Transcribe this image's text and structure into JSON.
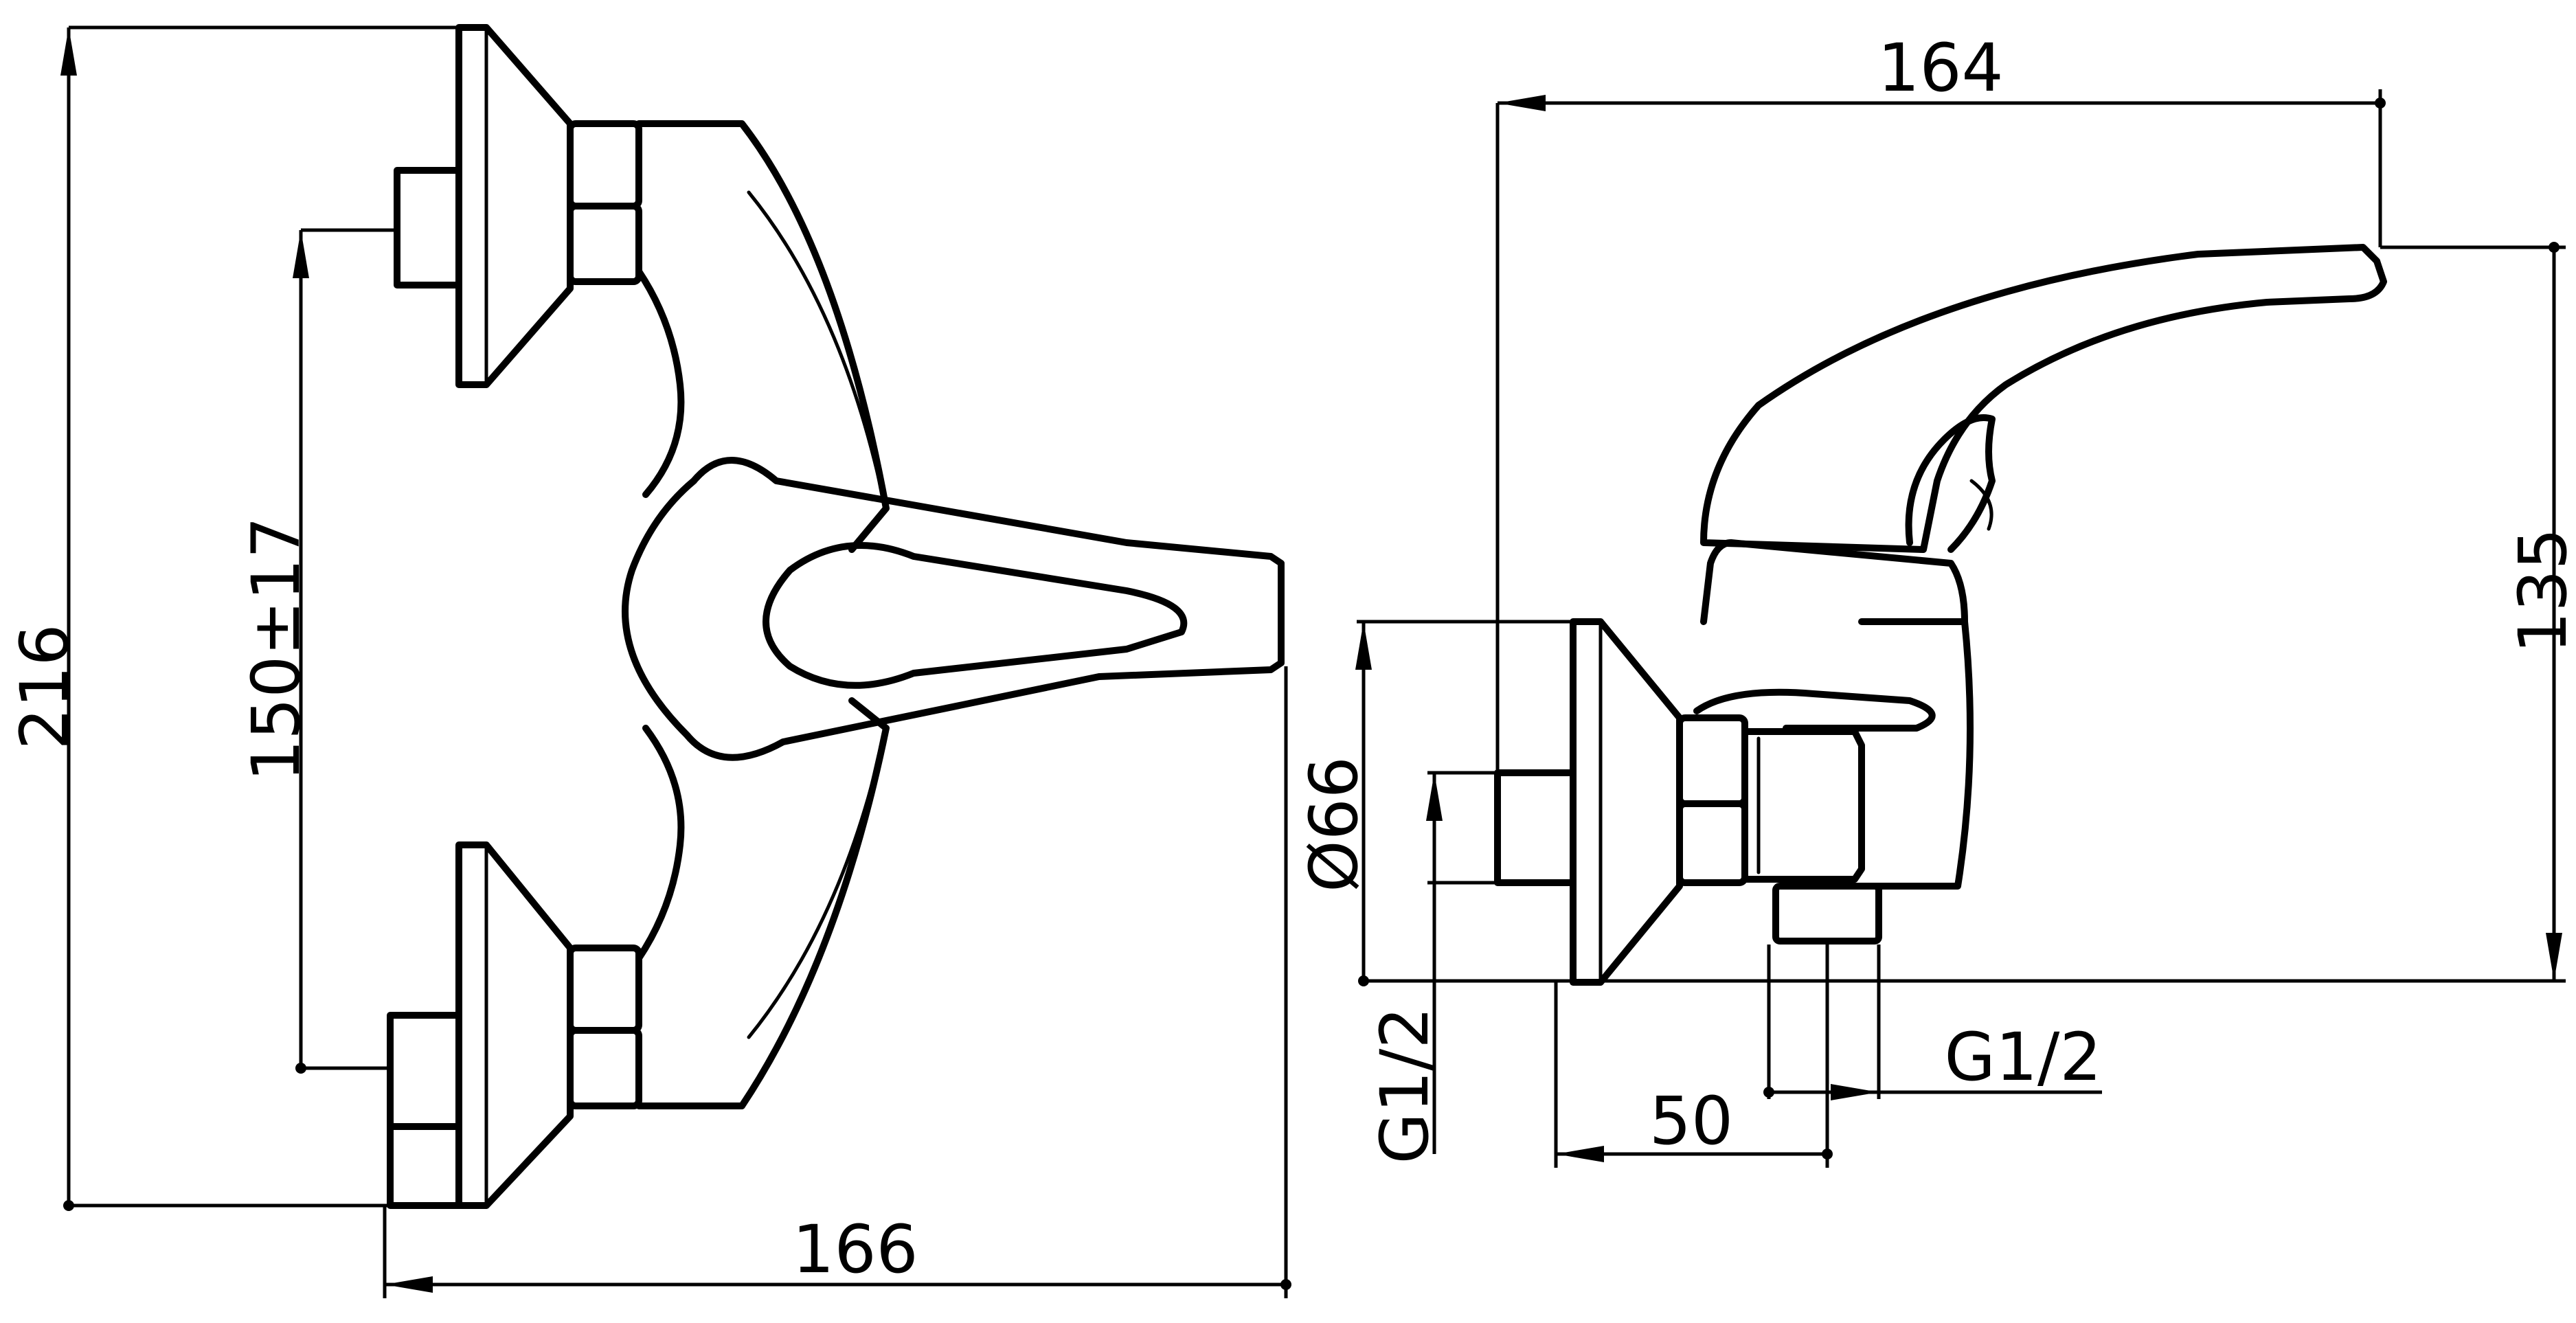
{
  "dimensions": {
    "overall_height": "216",
    "connection_spacing": "150±17",
    "front_width": "166",
    "side_depth": "164",
    "handle_height": "135",
    "rosette_diameter": "Ø66",
    "inlet_thread": "G1/2",
    "outlet_offset": "50",
    "outlet_thread": "G1/2"
  },
  "colors": {
    "line": "#000000",
    "background": "#ffffff"
  }
}
